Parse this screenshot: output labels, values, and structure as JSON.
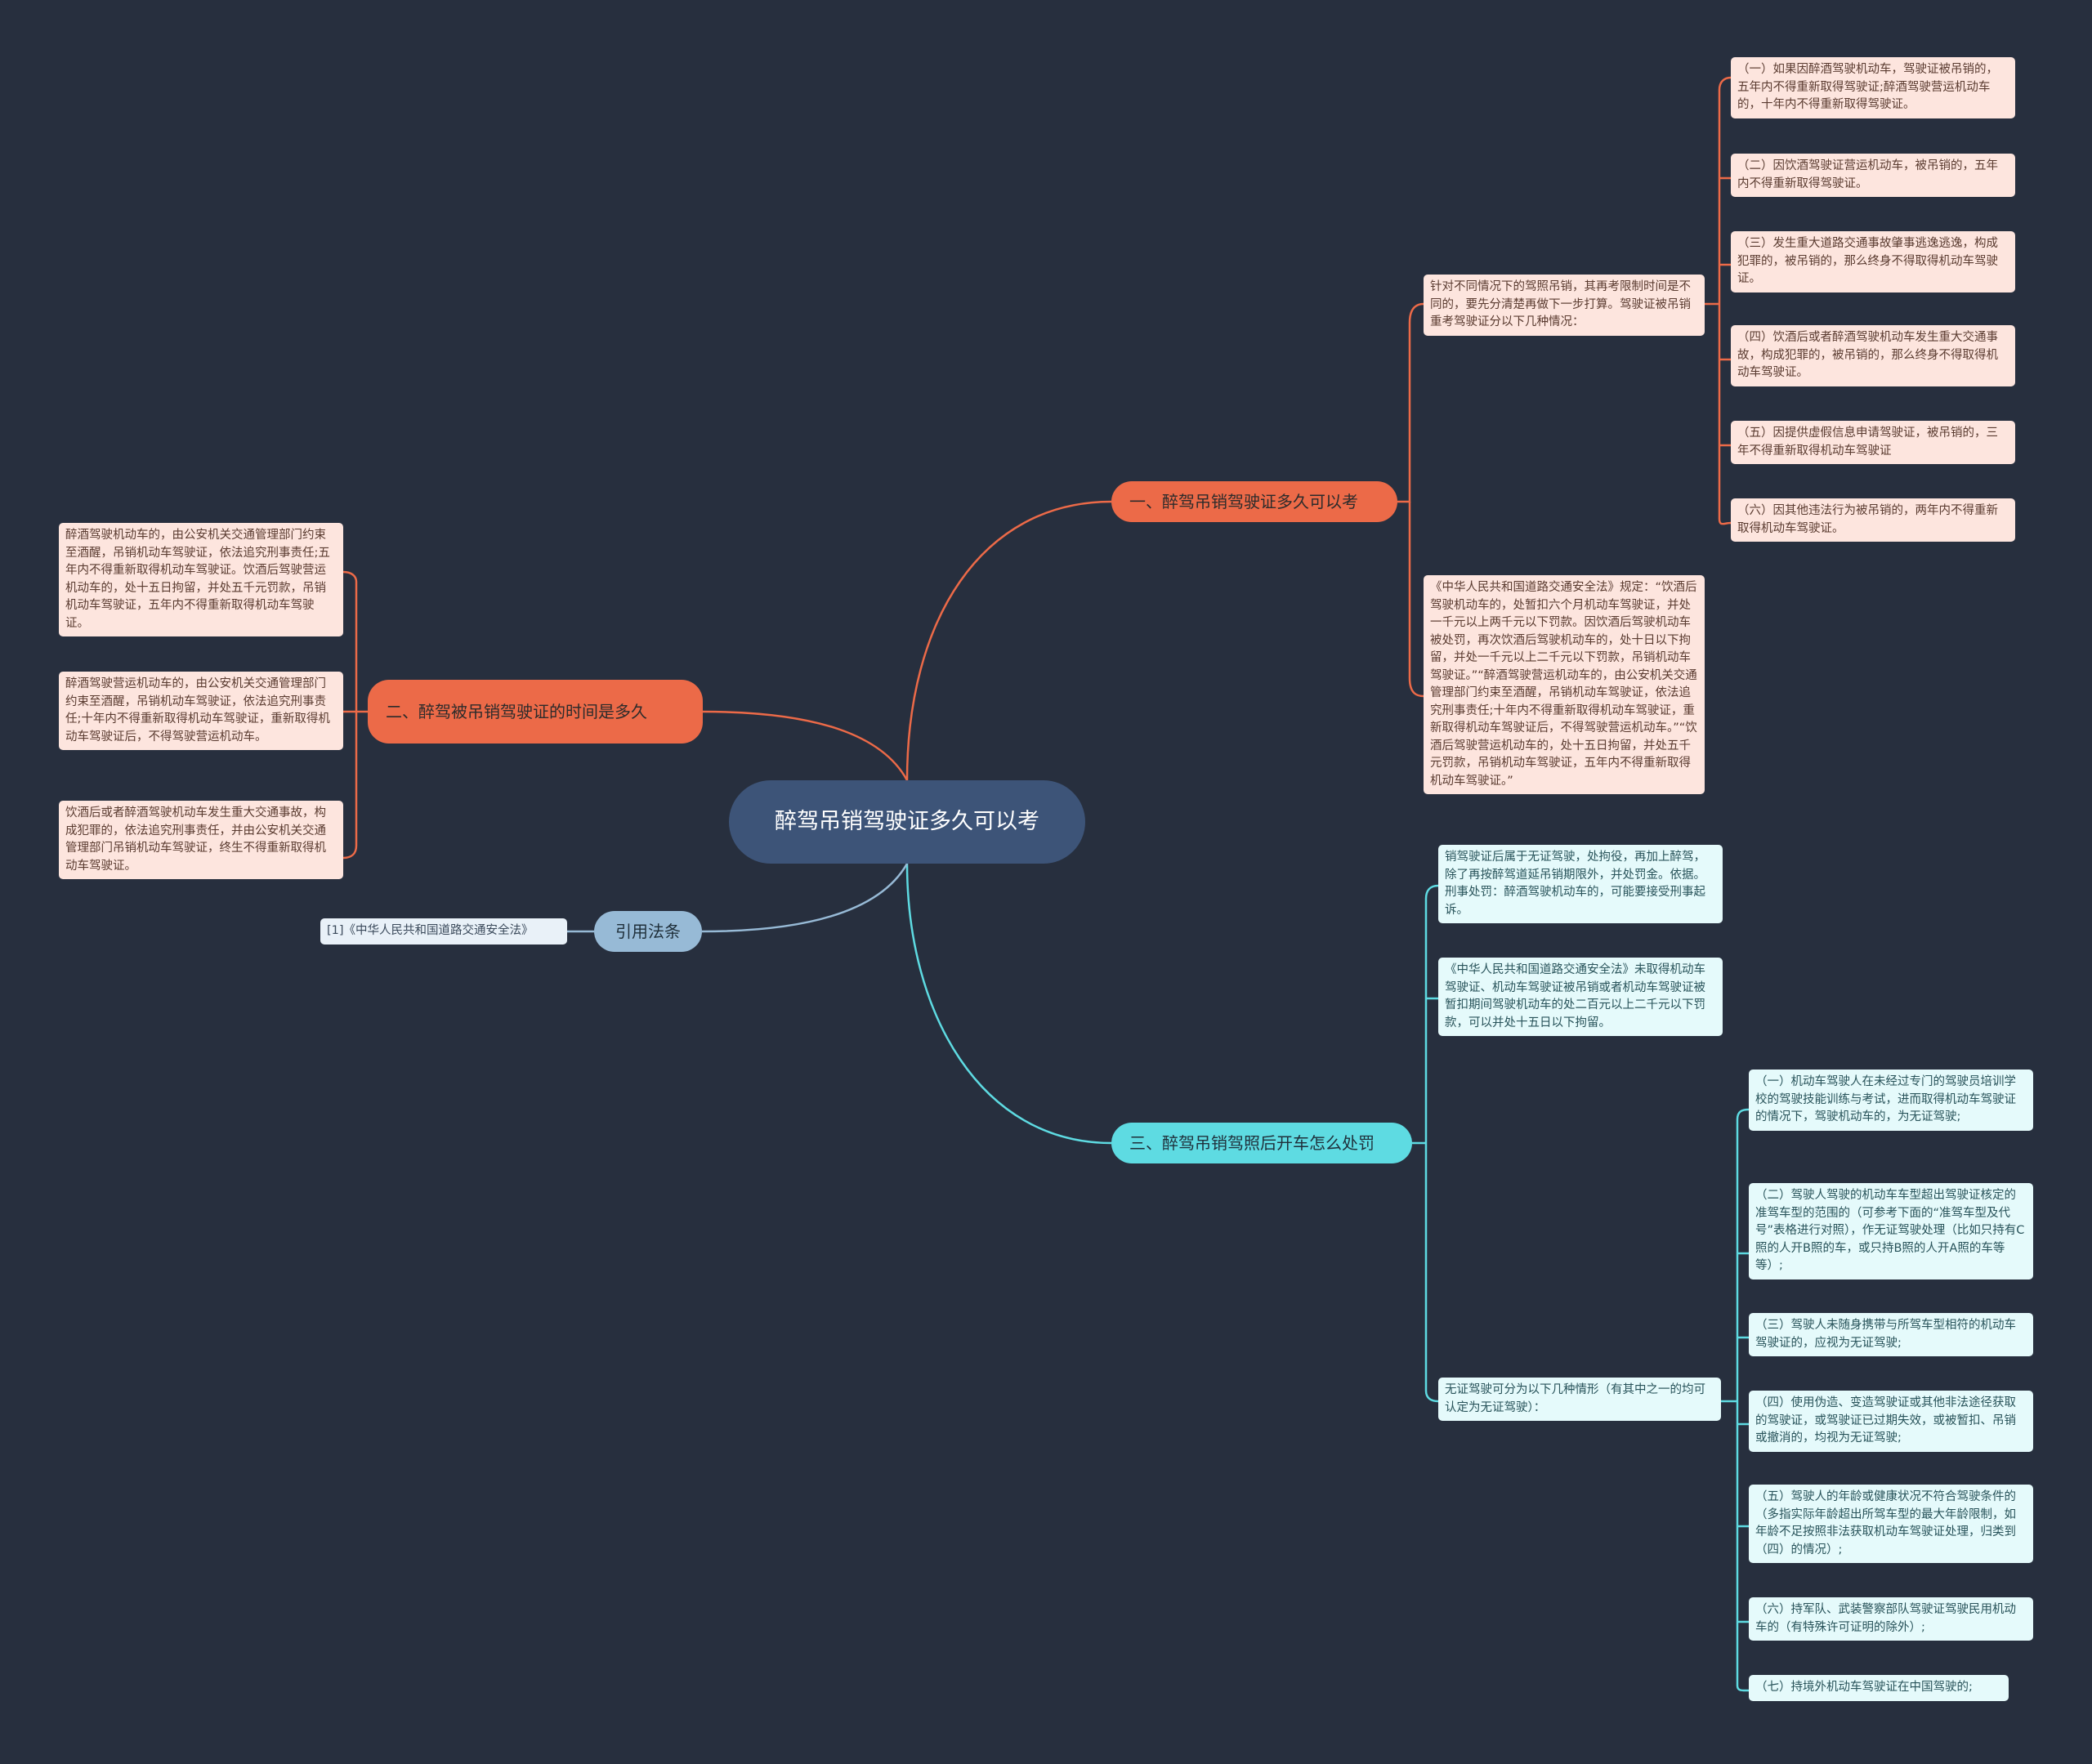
{
  "colors": {
    "background": "#272f3e",
    "root": "#3d5478",
    "branch_orange": "#ec6a48",
    "branch_cyan": "#5edbe2",
    "branch_blue": "#97bad6",
    "leaf_orange": "#fde5de",
    "leaf_cyan": "#e5fafb"
  },
  "root": {
    "label": "醉驾吊销驾驶证多久可以考"
  },
  "branch1": {
    "label": "一、醉驾吊销驾驶证多久可以考",
    "intro": "针对不同情况下的驾照吊销，其再考限制时间是不同的，要先分清楚再做下一步打算。驾驶证被吊销重考驾驶证分以下几种情况：",
    "cases": [
      "（一）如果因醉酒驾驶机动车，驾驶证被吊销的，五年内不得重新取得驾驶证;醉酒驾驶营运机动车的，十年内不得重新取得驾驶证。",
      "（二）因饮酒驾驶证营运机动车，被吊销的，五年内不得重新取得驾驶证。",
      "（三）发生重大道路交通事故肇事逃逸逃逸，构成犯罪的，被吊销的，那么终身不得取得机动车驾驶证。",
      "（四）饮酒后或者醉酒驾驶机动车发生重大交通事故，构成犯罪的，被吊销的，那么终身不得取得机动车驾驶证。",
      "（五）因提供虚假信息申请驾驶证，被吊销的，三年不得重新取得机动车驾驶证",
      "（六）因其他违法行为被吊销的，两年内不得重新取得机动车驾驶证。"
    ],
    "law": "《中华人民共和国道路交通安全法》规定：“饮酒后驾驶机动车的，处暂扣六个月机动车驾驶证，并处一千元以上两千元以下罚款。因饮酒后驾驶机动车被处罚，再次饮酒后驾驶机动车的，处十日以下拘留，并处一千元以上二千元以下罚款，吊销机动车驾驶证。”“醉酒驾驶营运机动车的，由公安机关交通管理部门约束至酒醒，吊销机动车驾驶证，依法追究刑事责任;十年内不得重新取得机动车驾驶证，重新取得机动车驾驶证后，不得驾驶营运机动车。”“饮酒后驾驶营运机动车的，处十五日拘留，并处五千元罚款，吊销机动车驾驶证，五年内不得重新取得机动车驾驶证。”"
  },
  "branch2": {
    "label": "二、醉驾被吊销驾驶证的时间是多久",
    "items": [
      "醉酒驾驶机动车的，由公安机关交通管理部门约束至酒醒，吊销机动车驾驶证，依法追究刑事责任;五年内不得重新取得机动车驾驶证。饮酒后驾驶营运机动车的，处十五日拘留，并处五千元罚款，吊销机动车驾驶证，五年内不得重新取得机动车驾驶证。",
      "醉酒驾驶营运机动车的，由公安机关交通管理部门约束至酒醒，吊销机动车驾驶证，依法追究刑事责任;十年内不得重新取得机动车驾驶证，重新取得机动车驾驶证后，不得驾驶营运机动车。",
      "饮酒后或者醉酒驾驶机动车发生重大交通事故，构成犯罪的，依法追究刑事责任，并由公安机关交通管理部门吊销机动车驾驶证，终生不得重新取得机动车驾驶证。"
    ]
  },
  "branch3": {
    "label": "三、醉驾吊销驾照后开车怎么处罚",
    "items": [
      "销驾驶证后属于无证驾驶，处拘役，再加上醉驾，除了再按醉驾道延吊销期限外，并处罚金。依据。刑事处罚：醉酒驾驶机动车的，可能要接受刑事起诉。",
      "《中华人民共和国道路交通安全法》未取得机动车驾驶证、机动车驾驶证被吊销或者机动车驾驶证被暂扣期间驾驶机动车的处二百元以上二千元以下罚款，可以并处十五日以下拘留。"
    ],
    "unlicensed_intro": "无证驾驶可分为以下几种情形（有其中之一的均可认定为无证驾驶）：",
    "cases": [
      "（一）机动车驾驶人在未经过专门的驾驶员培训学校的驾驶技能训练与考试，进而取得机动车驾驶证的情况下，驾驶机动车的，为无证驾驶;",
      "（二）驾驶人驾驶的机动车车型超出驾驶证核定的准驾车型的范围的（可参考下面的“准驾车型及代号”表格进行对照），作无证驾驶处理（比如只持有C照的人开B照的车，或只持B照的人开A照的车等等）;",
      "（三）驾驶人未随身携带与所驾车型相符的机动车驾驶证的，应视为无证驾驶;",
      "（四）使用伪造、变造驾驶证或其他非法途径获取的驾驶证，或驾驶证已过期失效，或被暂扣、吊销或撤消的，均视为无证驾驶;",
      "（五）驾驶人的年龄或健康状况不符合驾驶条件的（多指实际年龄超出所驾车型的最大年龄限制，如年龄不足按照非法获取机动车驾驶证处理，归类到（四）的情况）;",
      "（六）持军队、武装警察部队驾驶证驾驶民用机动车的（有特殊许可证明的除外）;",
      "（七）持境外机动车驾驶证在中国驾驶的;"
    ]
  },
  "branch4": {
    "label": "引用法条",
    "items": [
      "[1]《中华人民共和国道路交通安全法》"
    ]
  }
}
